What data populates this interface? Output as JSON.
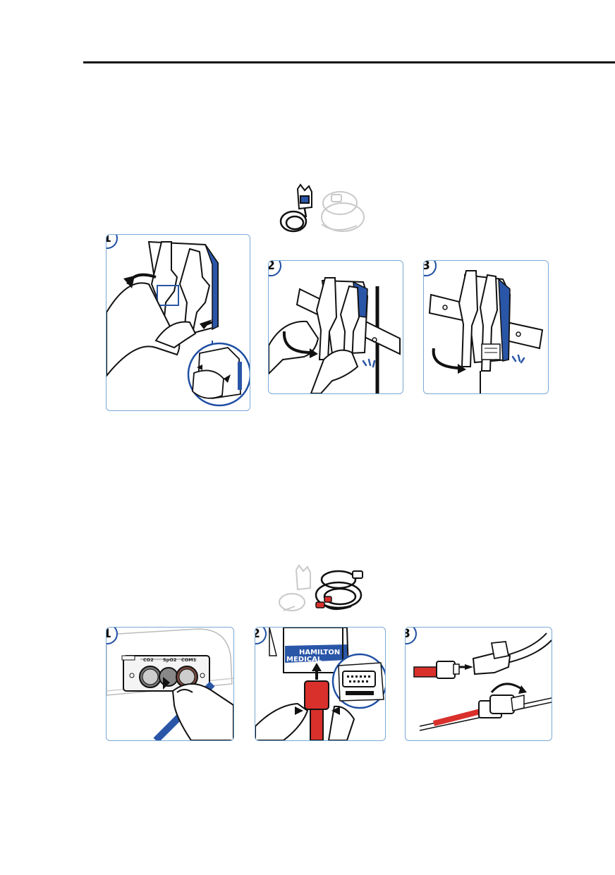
{
  "figure_top": {
    "steps": [
      {
        "number": "1"
      },
      {
        "number": "2"
      },
      {
        "number": "3"
      }
    ]
  },
  "figure_bottom": {
    "steps": [
      {
        "number": "1"
      },
      {
        "number": "2"
      },
      {
        "number": "3"
      }
    ],
    "port_labels": [
      "CO2",
      "SpO2",
      "COM1"
    ],
    "brand": [
      "HAMILTON",
      "MEDICAL"
    ]
  },
  "colors": {
    "panel_border": "#7aa9d6",
    "badge_ring": "#1f4fa3",
    "device_blue": "#2a56a8",
    "cable_red": "#d9302c",
    "line": "#111111"
  },
  "icons": [
    "arrow-icon",
    "click-indicator-icon"
  ]
}
